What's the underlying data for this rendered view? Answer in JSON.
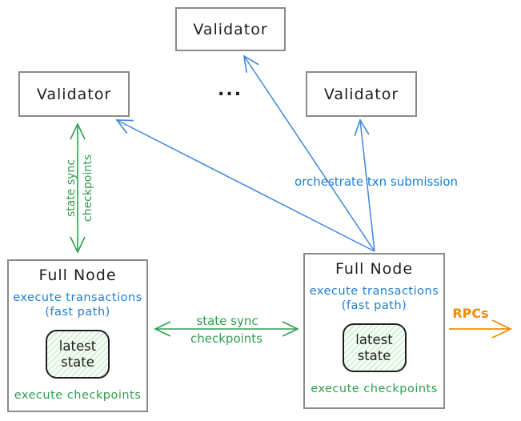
{
  "diagram": {
    "validators": {
      "top": "Validator",
      "left": "Validator",
      "right": "Validator"
    },
    "ellipsis": "...",
    "full_nodes": [
      {
        "title": "Full Node",
        "exec_line1": "execute transactions",
        "exec_line2": "(fast path)",
        "state": {
          "line1": "latest",
          "line2": "state"
        },
        "footer": "execute checkpoints"
      },
      {
        "title": "Full Node",
        "exec_line1": "execute transactions",
        "exec_line2": "(fast path)",
        "state": {
          "line1": "latest",
          "line2": "state"
        },
        "footer": "execute checkpoints"
      }
    ],
    "edges": {
      "left_state_sync": {
        "label_line1": "state sync",
        "label_line2": "checkpoints"
      },
      "mid_state_sync": {
        "label_line1": "state sync",
        "label_line2": "checkpoints"
      },
      "orchestrate": {
        "label": "orchestrate txn submission"
      },
      "rpcs": {
        "label": "RPCs"
      }
    },
    "colors": {
      "green": "#2e9e4f",
      "blue_text": "#1c7ed6",
      "blue_arrow": "#3f86e0",
      "orange": "#f08c00",
      "box_border": "#8a8a8a",
      "text": "#1e1e1e",
      "state_fill_stripe": "#cfeed2"
    }
  }
}
